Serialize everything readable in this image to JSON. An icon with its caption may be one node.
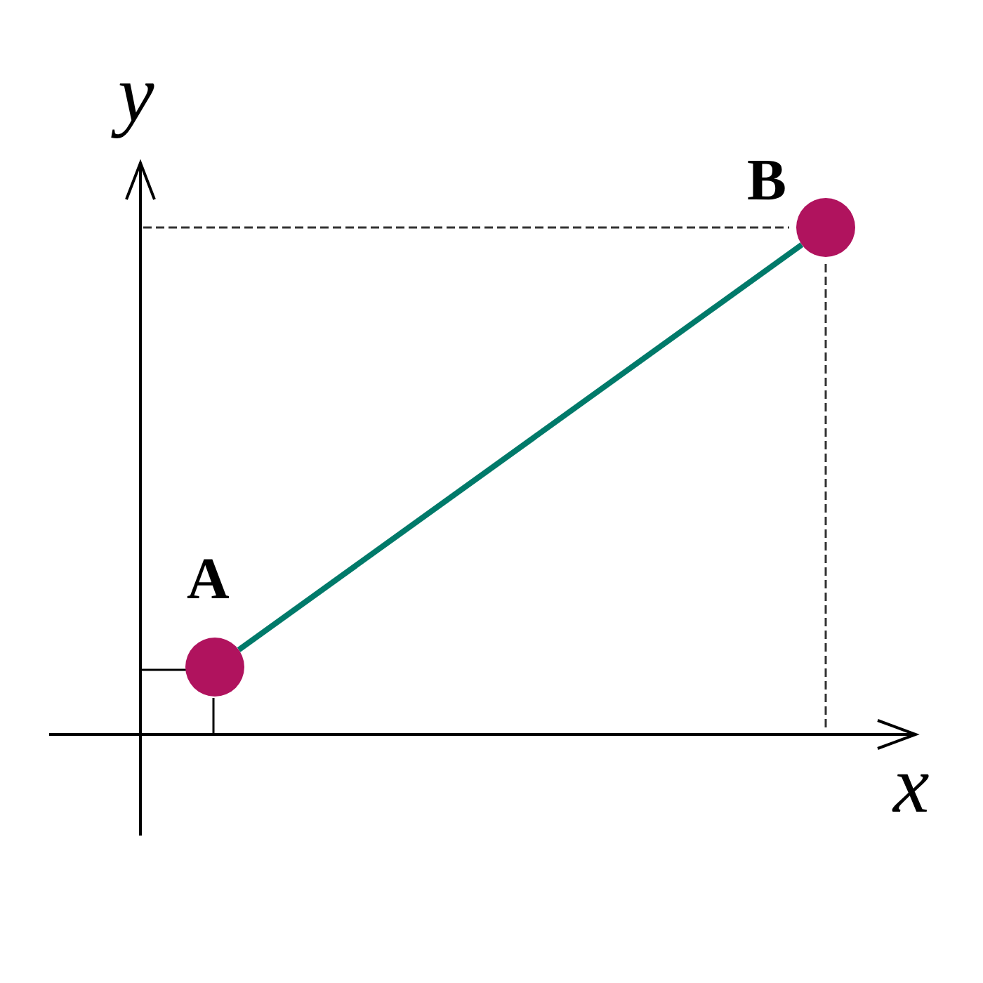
{
  "diagram": {
    "nodes": [
      {
        "text": [],
        "shape": "circle",
        "beside": [
          "A"
        ]
      },
      {
        "text": [],
        "shape": "circle",
        "beside": [
          "B"
        ]
      }
    ],
    "edges": [
      {
        "from": 0,
        "to": 1,
        "arrow": "none"
      }
    ],
    "labels": [
      "y",
      "x"
    ]
  }
}
